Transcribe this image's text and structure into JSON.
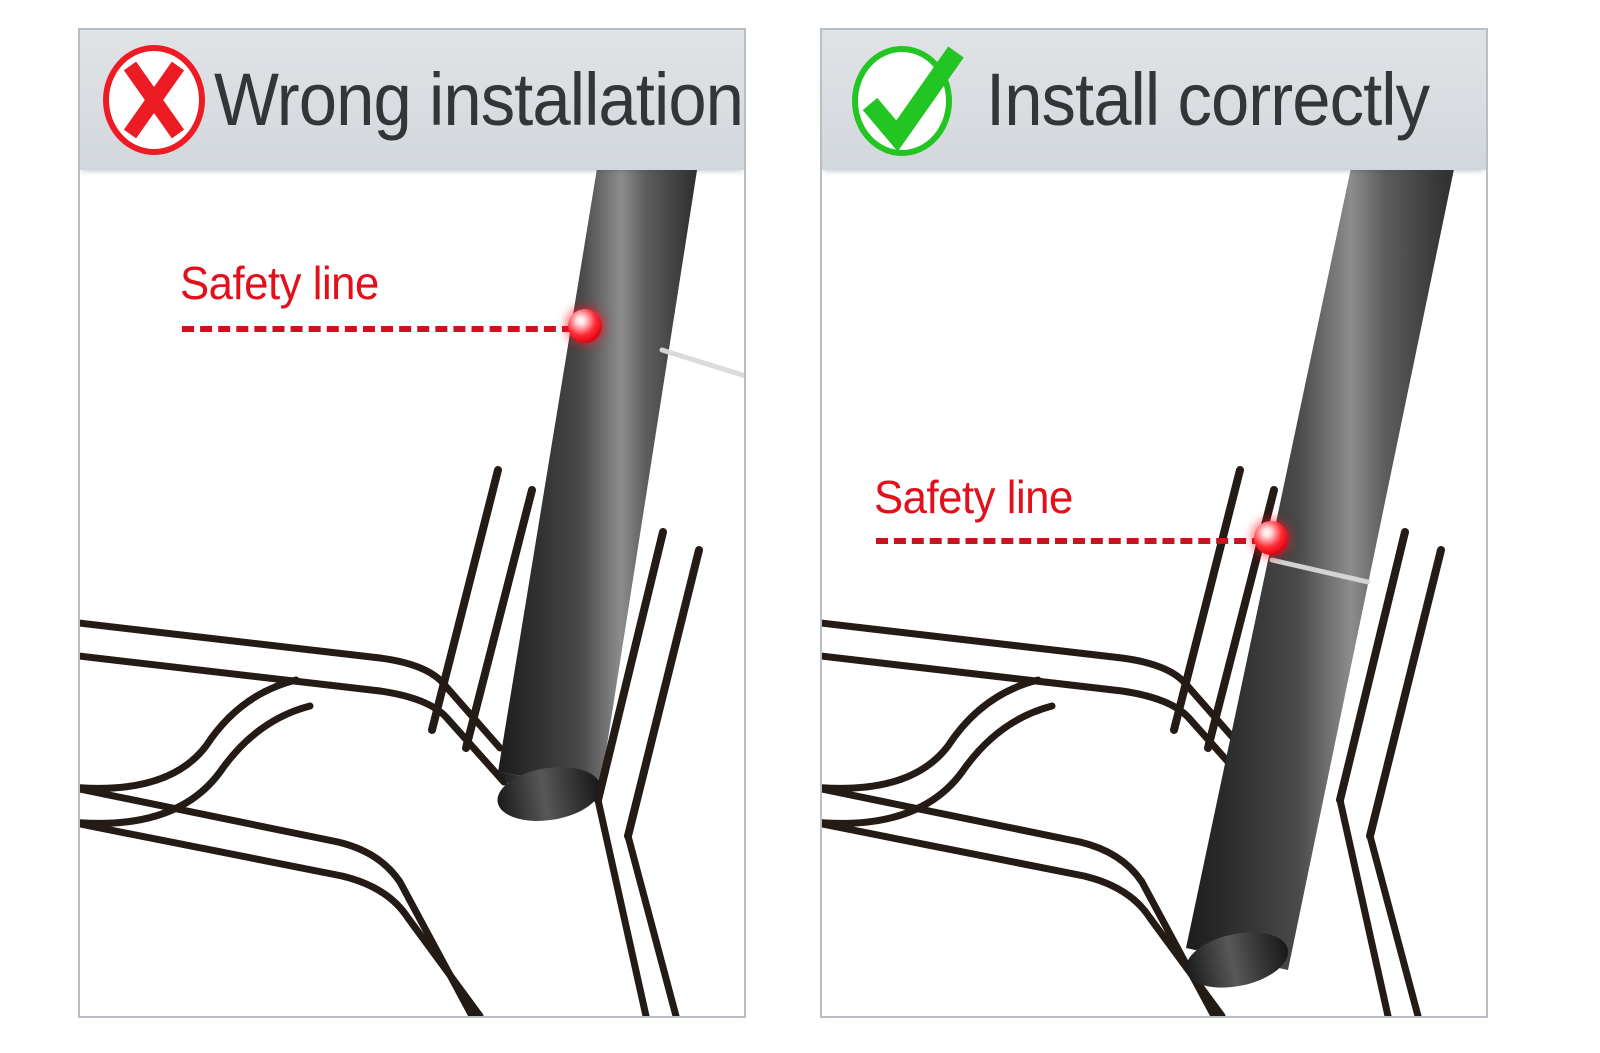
{
  "document": {
    "kind": "installation-instruction-diagram",
    "panel_count": 2
  },
  "panels": [
    {
      "id": "wrong",
      "title": "Wrong installation",
      "status_icon": "x-mark-circle-icon",
      "status_color": "#ed1c24",
      "annotation": {
        "label": "Safety line",
        "label_color": "#e3101c",
        "dash_color": "#cf1020",
        "marker_color": "#ff1a26"
      }
    },
    {
      "id": "correct",
      "title": "Install correctly",
      "status_icon": "check-mark-circle-icon",
      "status_color": "#22c522",
      "annotation": {
        "label": "Safety line",
        "label_color": "#e3101c",
        "dash_color": "#cf1020",
        "marker_color": "#ff1a26"
      }
    }
  ],
  "colors": {
    "header_background": "#dadee2",
    "panel_border": "#b9bec3",
    "panel_background": "#ffffff",
    "title_text": "#333638",
    "frame_outline": "#241a16",
    "pole_dark": "#2b2b2b",
    "pole_highlight": "#9a9a9a",
    "safety_mark_line": "#e8e8e8"
  }
}
